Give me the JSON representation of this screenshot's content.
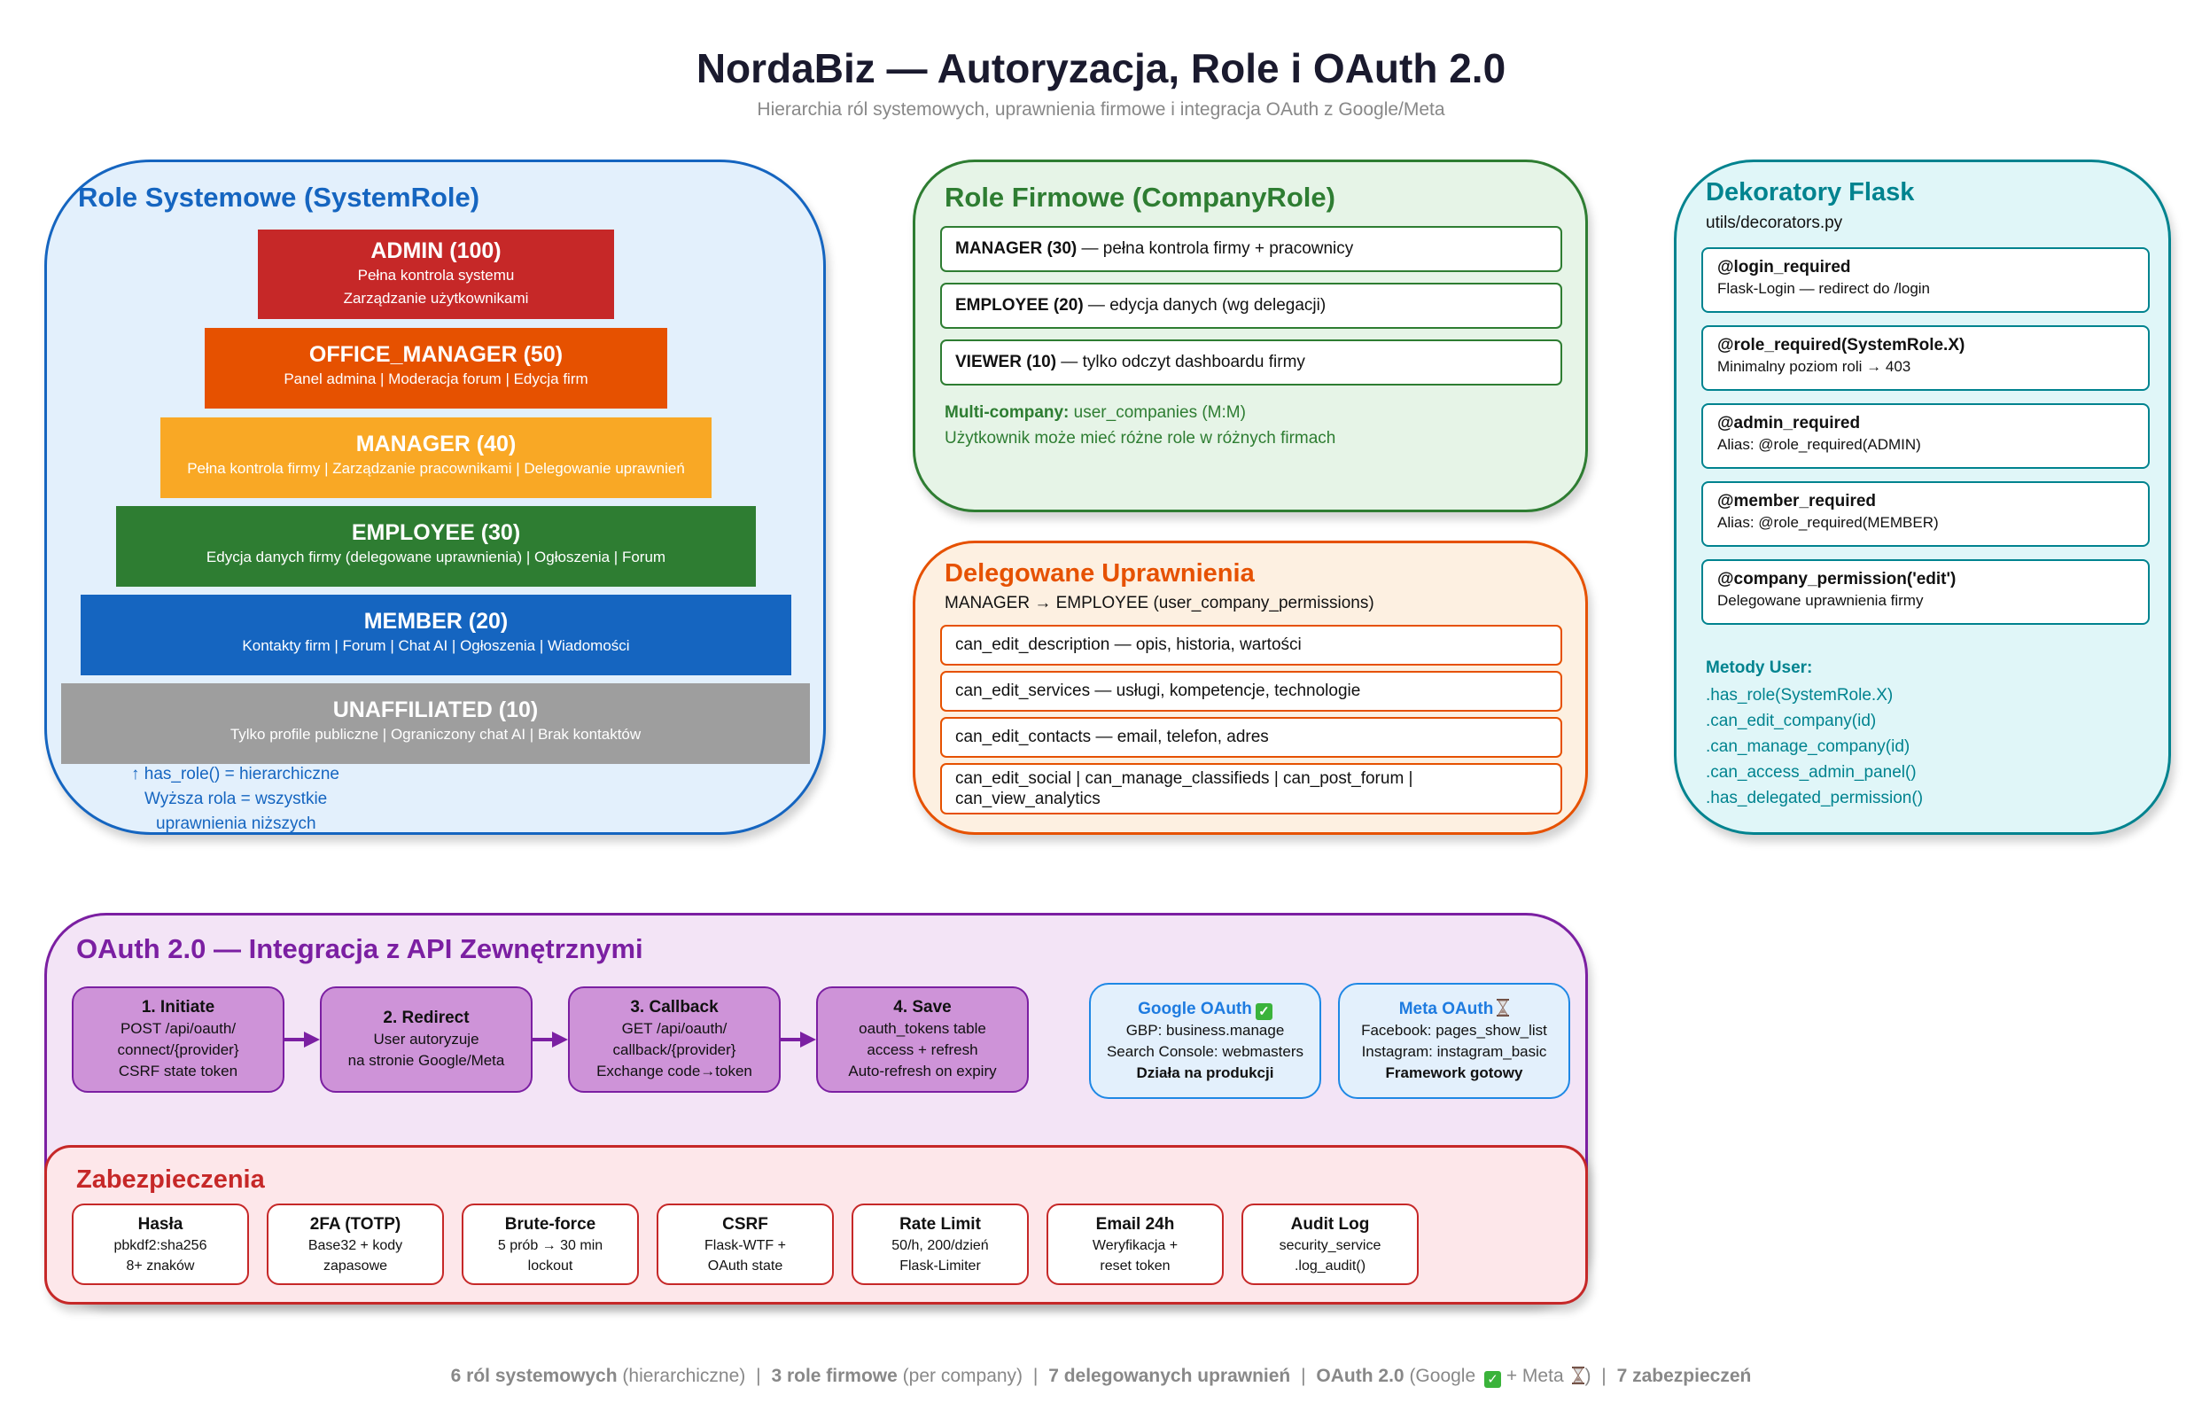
{
  "header": {
    "title": "NordaBiz — Autoryzacja, Role i OAuth 2.0",
    "subtitle": "Hierarchia ról systemowych, uprawnienia firmowe i integracja OAuth z Google/Meta"
  },
  "system_roles": {
    "title": "Role Systemowe (SystemRole)",
    "tiers": [
      {
        "name": "ADMIN (100)",
        "lines": [
          "Pełna kontrola systemu",
          "Zarządzanie użytkownikami"
        ],
        "color": "#c62828"
      },
      {
        "name": "OFFICE_MANAGER (50)",
        "lines": [
          "Panel admina | Moderacja forum | Edycja firm"
        ],
        "color": "#e65100"
      },
      {
        "name": "MANAGER (40)",
        "lines": [
          "Pełna kontrola firmy | Zarządzanie pracownikami | Delegowanie uprawnień"
        ],
        "color": "#f9a825"
      },
      {
        "name": "EMPLOYEE (30)",
        "lines": [
          "Edycja danych firmy (delegowane uprawnienia) | Ogłoszenia | Forum"
        ],
        "color": "#2e7d32"
      },
      {
        "name": "MEMBER (20)",
        "lines": [
          "Kontakty firm | Forum | Chat AI | Ogłoszenia | Wiadomości"
        ],
        "color": "#1565c0"
      },
      {
        "name": "UNAFFILIATED (10)",
        "lines": [
          "Tylko profile publiczne | Ograniczony chat AI | Brak kontaktów"
        ],
        "color": "#9e9e9e"
      }
    ],
    "note": [
      "↑ has_role() = hierarchiczne",
      "Wyższa rola = wszystkie",
      "uprawnienia niższych"
    ]
  },
  "company_roles": {
    "title": "Role Firmowe (CompanyRole)",
    "roles": [
      {
        "name": "MANAGER (30)",
        "desc": " — pełna kontrola firmy + pracownicy"
      },
      {
        "name": "EMPLOYEE (20)",
        "desc": " — edycja danych (wg delegacji)"
      },
      {
        "name": "VIEWER (10)",
        "desc": " — tylko odczyt dashboardu firmy"
      }
    ],
    "multi_label": "Multi-company:",
    "multi_value": " user_companies (M:M)",
    "multi_note": "Użytkownik może mieć różne role w różnych firmach"
  },
  "delegated": {
    "title": "Delegowane Uprawnienia",
    "subtitle": "MANAGER → EMPLOYEE (user_company_permissions)",
    "permissions": [
      "can_edit_description — opis, historia, wartości",
      "can_edit_services — usługi, kompetencje, technologie",
      "can_edit_contacts — email, telefon, adres",
      "can_edit_social | can_manage_classifieds | can_post_forum |",
      "can_view_analytics"
    ]
  },
  "decorators": {
    "title": "Dekoratory Flask",
    "file": "utils/decorators.py",
    "items": [
      {
        "name": "@login_required",
        "desc": "Flask-Login — redirect do /login"
      },
      {
        "name": "@role_required(SystemRole.X)",
        "desc": "Minimalny poziom roli → 403"
      },
      {
        "name": "@admin_required",
        "desc": "Alias: @role_required(ADMIN)"
      },
      {
        "name": "@member_required",
        "desc": "Alias: @role_required(MEMBER)"
      },
      {
        "name": "@company_permission('edit')",
        "desc": "Delegowane uprawnienia firmy"
      }
    ],
    "methods_title": "Metody User:",
    "methods": [
      ".has_role(SystemRole.X)",
      ".can_edit_company(id)",
      ".can_manage_company(id)",
      ".can_access_admin_panel()",
      ".has_delegated_permission()"
    ]
  },
  "oauth": {
    "title": "OAuth 2.0 — Integracja z API Zewnętrznymi",
    "steps": [
      {
        "title": "1. Initiate",
        "lines": [
          "POST /api/oauth/",
          "connect/{provider}",
          "CSRF state token"
        ]
      },
      {
        "title": "2. Redirect",
        "lines": [
          "User autoryzuje",
          "na stronie Google/Meta"
        ]
      },
      {
        "title": "3. Callback",
        "lines": [
          "GET /api/oauth/",
          "callback/{provider}",
          "Exchange code→token"
        ]
      },
      {
        "title": "4. Save",
        "lines": [
          "oauth_tokens table",
          "access + refresh",
          "Auto-refresh on expiry"
        ]
      }
    ],
    "providers": [
      {
        "title": "Google OAuth",
        "icon": "check-icon",
        "lines": [
          "GBP: business.manage",
          "Search Console: webmasters"
        ],
        "status": "Działa na produkcji"
      },
      {
        "title": "Meta OAuth",
        "icon": "hourglass-icon",
        "lines": [
          "Facebook: pages_show_list",
          "Instagram: instagram_basic"
        ],
        "status": "Framework gotowy"
      }
    ]
  },
  "security": {
    "title": "Zabezpieczenia",
    "items": [
      {
        "title": "Hasła",
        "lines": [
          "pbkdf2:sha256",
          "8+ znaków"
        ]
      },
      {
        "title": "2FA (TOTP)",
        "lines": [
          "Base32 + kody",
          "zapasowe"
        ]
      },
      {
        "title": "Brute-force",
        "lines": [
          "5 prób → 30 min",
          "lockout"
        ]
      },
      {
        "title": "CSRF",
        "lines": [
          "Flask-WTF +",
          "OAuth state"
        ]
      },
      {
        "title": "Rate Limit",
        "lines": [
          "50/h, 200/dzień",
          "Flask-Limiter"
        ]
      },
      {
        "title": "Email 24h",
        "lines": [
          "Weryfikacja +",
          "reset token"
        ]
      },
      {
        "title": "Audit Log",
        "lines": [
          "security_service",
          ".log_audit()"
        ]
      }
    ]
  },
  "footer": {
    "sys_count": "6 ról systemowych",
    "sys_note": " (hierarchiczne)",
    "company_count": "3 role firmowe",
    "company_note": " (per company)",
    "deleg_count": "7 delegowanych uprawnień",
    "oauth_label": "OAuth 2.0",
    "oauth_note_a": " (Google ",
    "oauth_note_b": " + Meta ",
    "oauth_note_c": ")",
    "sec_count": "7 zabezpieczeń",
    "separator": "|"
  },
  "colors": {
    "system": "#1565c0",
    "company": "#2e7d32",
    "delegated": "#e65100",
    "decorators": "#00838f",
    "oauth": "#7b1fa2",
    "security": "#c62828"
  }
}
